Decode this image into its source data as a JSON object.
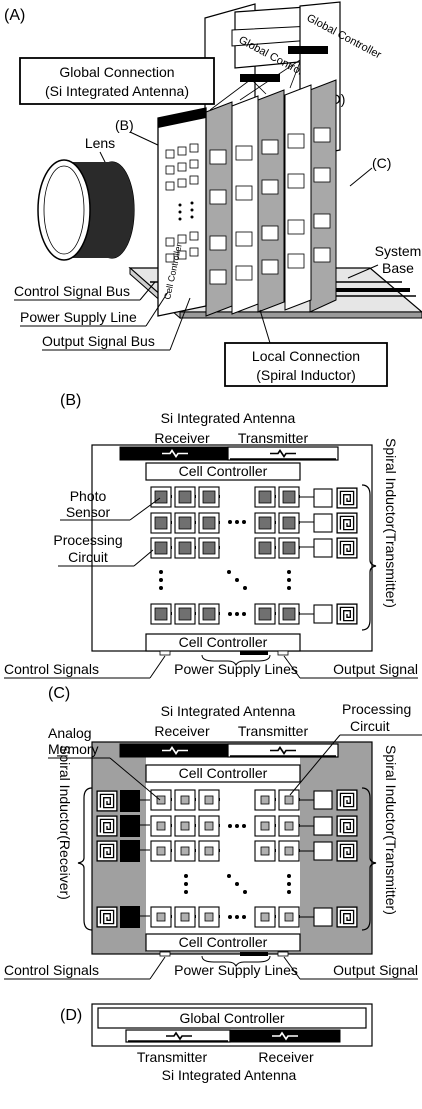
{
  "panel_a": {
    "panel_label": "(A)",
    "global_connection_line1": "Global Connection",
    "global_connection_line2": "(Si Integrated Antenna)",
    "lens": "Lens",
    "marker_b": "(B)",
    "marker_c": "(C)",
    "marker_d": "(D)",
    "global_controller": "Global Controller",
    "cell_controller": "Cell Controller",
    "system_base_line1": "System",
    "system_base_line2": "Base",
    "control_signal_bus": "Control Signal Bus",
    "power_supply_line": "Power Supply Line",
    "output_signal_bus": "Output Signal Bus",
    "local_connection_line1": "Local Connection",
    "local_connection_line2": "(Spiral Inductor)"
  },
  "panel_b": {
    "panel_label": "(B)",
    "antenna": "Si Integrated Antenna",
    "receiver": "Receiver",
    "transmitter": "Transmitter",
    "cell_controller_top": "Cell Controller",
    "cell_controller_bottom": "Cell Controller",
    "photo_sensor_line1": "Photo",
    "photo_sensor_line2": "Sensor",
    "processing_circuit_line1": "Processing",
    "processing_circuit_line2": "Circuit",
    "spiral_inductor_side": "Spiral Inductor(Transmitter)",
    "control_signals": "Control Signals",
    "power_supply_lines": "Power Supply Lines",
    "output_signal": "Output Signal"
  },
  "panel_c": {
    "panel_label": "(C)",
    "antenna": "Si Integrated Antenna",
    "receiver": "Receiver",
    "transmitter": "Transmitter",
    "analog_memory_line1": "Analog",
    "analog_memory_line2": "Memory",
    "processing_circuit_line1": "Processing",
    "processing_circuit_line2": "Circuit",
    "cell_controller_top": "Cell Controller",
    "cell_controller_bottom": "Cell Controller",
    "spiral_inductor_left": "Spiral Inductor(Receiver)",
    "spiral_inductor_right": "Spiral Inductor(Transmitter)",
    "control_signals": "Control Signals",
    "power_supply_lines": "Power Supply Lines",
    "output_signal": "Output Signal"
  },
  "panel_d": {
    "panel_label": "(D)",
    "global_controller": "Global Controller",
    "transmitter": "Transmitter",
    "receiver": "Receiver",
    "antenna": "Si Integrated Antenna"
  }
}
